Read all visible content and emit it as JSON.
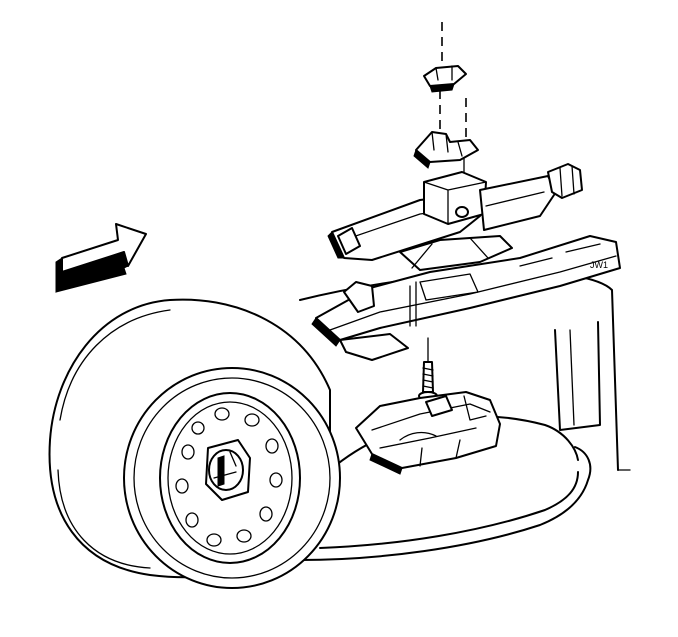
{
  "diagram": {
    "parts": [
      "direction-arrow",
      "spare-tire",
      "wheel-hub",
      "wheel-well",
      "jack-retainer-cap",
      "jack-retainer-bracket",
      "scissor-jack",
      "jack-mounting-bracket",
      "jack-stud-bolt",
      "jack-storage-tray"
    ],
    "label": "JW1"
  }
}
